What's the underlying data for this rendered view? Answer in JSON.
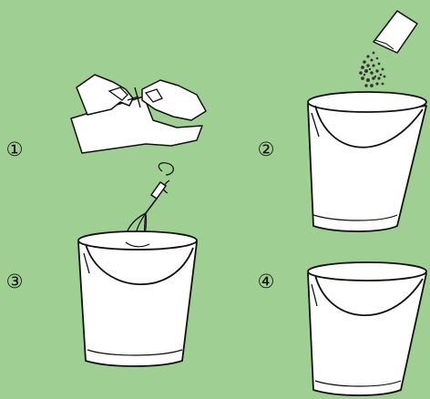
{
  "steps": [
    {
      "label": "①",
      "illustration": "open-packet"
    },
    {
      "label": "②",
      "illustration": "pour-powder-into-bucket"
    },
    {
      "label": "③",
      "illustration": "whisk-in-bucket"
    },
    {
      "label": "④",
      "illustration": "bucket"
    }
  ],
  "colors": {
    "background": "#9fcf92",
    "line": "#111111",
    "fill": "#ffffff"
  }
}
